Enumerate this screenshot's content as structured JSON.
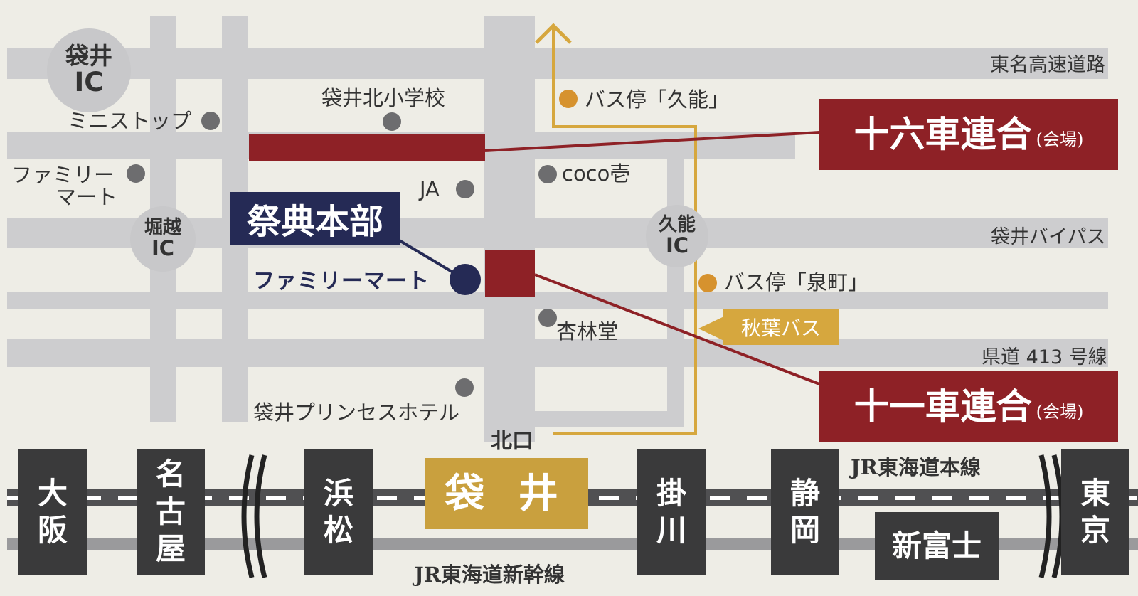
{
  "colors": {
    "background": "#eeede6",
    "road": "#cdcdcf",
    "venue": "#8e2126",
    "hq": "#252a55",
    "bus": "#d6a73e",
    "station_box": "#3a3a3b",
    "fukuroi": "#c9a03e"
  },
  "ic": {
    "fukuroi_line1": "袋井",
    "fukuroi_line2": "IC",
    "horikoshi_line1": "堀越",
    "horikoshi_line2": "IC",
    "kuno_line1": "久能",
    "kuno_line2": "IC"
  },
  "roads": {
    "tomei": "東名高速道路",
    "bypass": "袋井バイパス",
    "route413": "県道 413 号線"
  },
  "landmarks": {
    "ministop": "ミニストップ",
    "familymart_line1": "ファミリー",
    "familymart_line2": "マート",
    "school": "袋井北小学校",
    "ja": "JA",
    "coco": "coco壱",
    "kyorindo": "杏林堂",
    "hotel": "袋井プリンセスホテル",
    "familymart_hq": "ファミリーマート",
    "north_exit": "北口"
  },
  "bus": {
    "stop_kuno": "バス停「久能」",
    "stop_izumi": "バス停「泉町」",
    "route": "秋葉バス",
    "route_icon": "arrow-up-icon"
  },
  "hq": {
    "label": "祭典本部"
  },
  "venues": {
    "sixteen": {
      "main": "十六車連合",
      "sub": "(会場)"
    },
    "eleven": {
      "main": "十一車連合",
      "sub": "(会場)"
    }
  },
  "rail": {
    "tokaido_main": "JR東海道本線",
    "shinkansen": "JR東海道新幹線"
  },
  "stations": {
    "osaka": [
      "大",
      "阪"
    ],
    "nagoya": [
      "名",
      "古",
      "屋"
    ],
    "hamamatsu": [
      "浜",
      "松"
    ],
    "fukuroi": "袋 井",
    "kakegawa": [
      "掛",
      "川"
    ],
    "shizuoka": [
      "静",
      "岡"
    ],
    "shinfuji": "新富士",
    "tokyo": [
      "東",
      "京"
    ]
  }
}
